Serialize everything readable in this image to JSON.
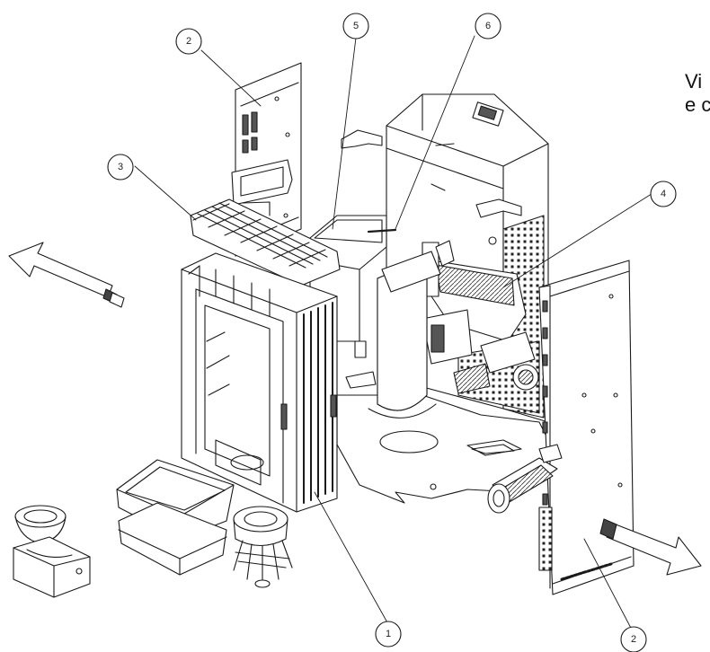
{
  "callouts": [
    {
      "id": "callout-2-top",
      "label": "2"
    },
    {
      "id": "callout-5",
      "label": "5"
    },
    {
      "id": "callout-6",
      "label": "6"
    },
    {
      "id": "callout-3",
      "label": "3"
    },
    {
      "id": "callout-4",
      "label": "4"
    },
    {
      "id": "callout-1",
      "label": "1"
    },
    {
      "id": "callout-2-bottom",
      "label": "2"
    }
  ],
  "edge_text": {
    "line1": "Vi",
    "line2": "e c"
  }
}
